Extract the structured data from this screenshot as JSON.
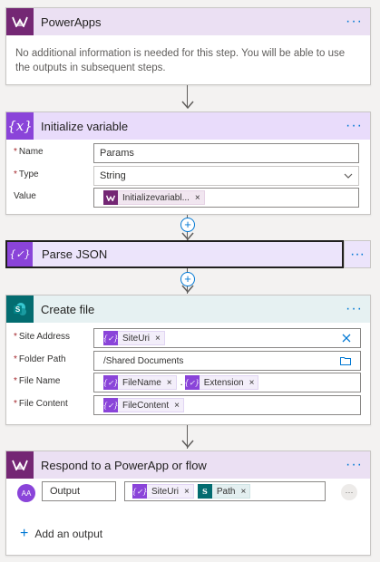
{
  "powerapps": {
    "title": "PowerApps",
    "more": "···",
    "message": "No additional information is needed for this step. You will be able to use the outputs in subsequent steps."
  },
  "init_var": {
    "title": "Initialize variable",
    "more": "···",
    "icon_text": "{x}",
    "fields": {
      "name": {
        "label": "Name",
        "value": "Params",
        "required": true
      },
      "type": {
        "label": "Type",
        "value": "String",
        "required": true
      },
      "value": {
        "label": "Value",
        "token": "Initializevariabl..."
      }
    }
  },
  "parse_json": {
    "title": "Parse JSON",
    "more": "···",
    "icon_text": "{✓}"
  },
  "create_file": {
    "title": "Create file",
    "more": "···",
    "fields": {
      "site_address": {
        "label": "Site Address",
        "token": "SiteUri",
        "required": true
      },
      "folder_path": {
        "label": "Folder Path",
        "value": "/Shared Documents",
        "required": true
      },
      "file_name": {
        "label": "File Name",
        "tokens": [
          "FileName",
          "Extension"
        ],
        "separator": ".",
        "required": true
      },
      "file_content": {
        "label": "File Content",
        "token": "FileContent",
        "required": true
      }
    }
  },
  "respond": {
    "title": "Respond to a PowerApp or flow",
    "more": "···",
    "avatar": "AA",
    "output_name": "Output",
    "output_tokens": [
      "SiteUri",
      "Path"
    ],
    "add_output": "Add an output"
  },
  "colors": {
    "powerapps": "#742774",
    "variable": "#8a44d9",
    "sharepoint": "#036c70",
    "link": "#0078d4",
    "required": "#a4262c"
  }
}
